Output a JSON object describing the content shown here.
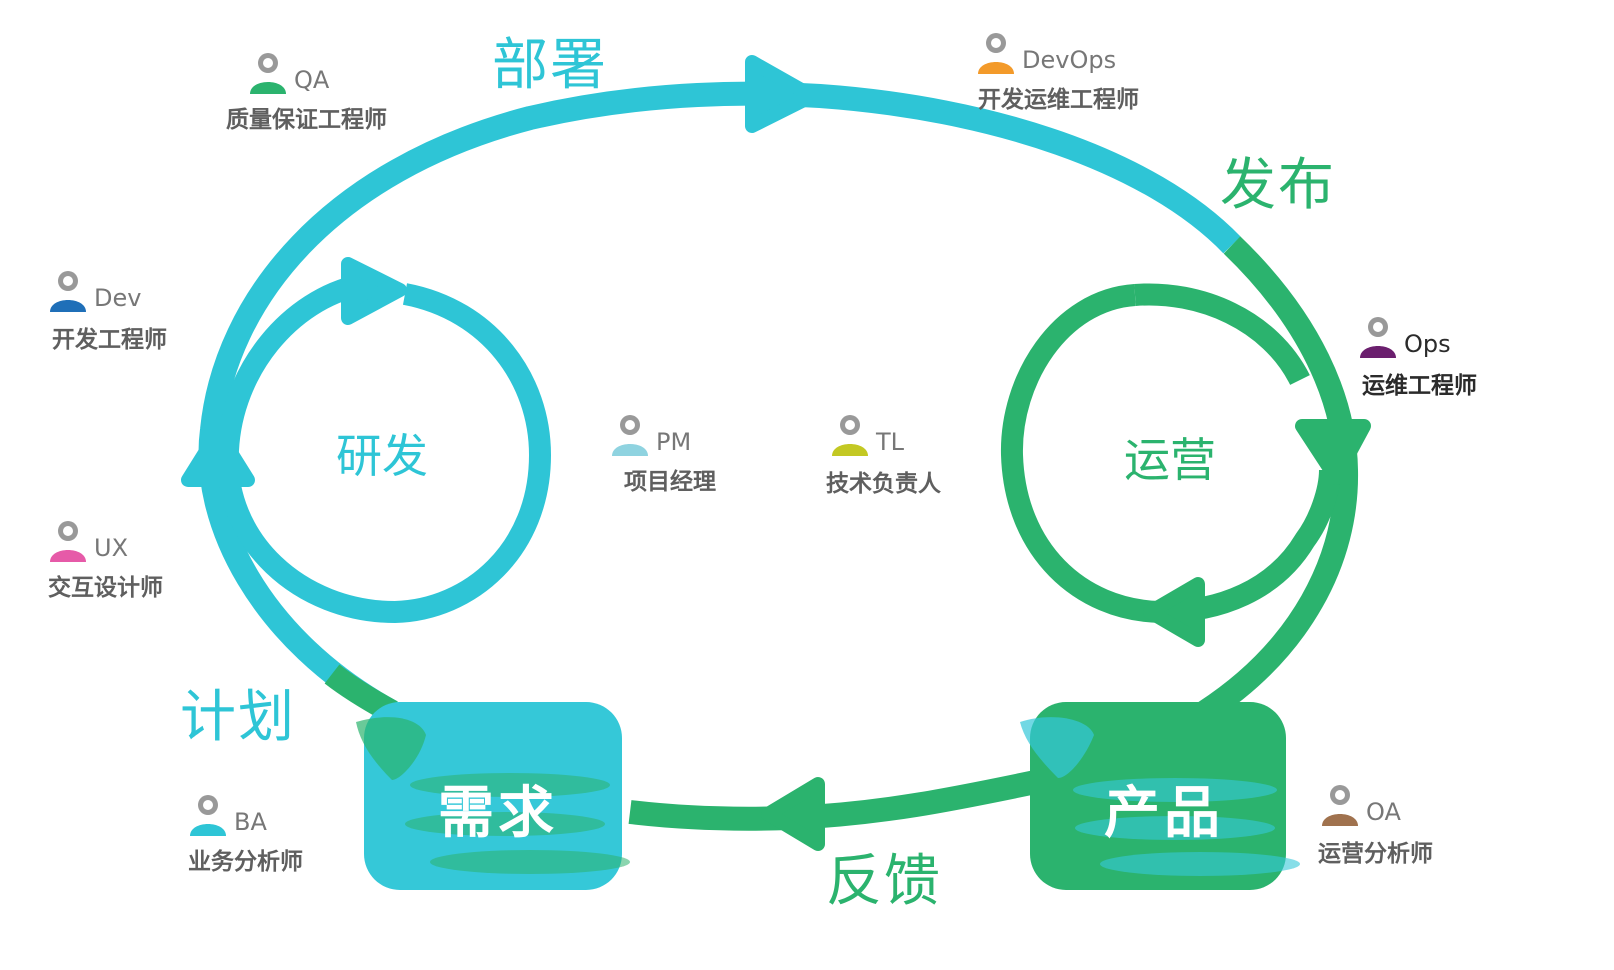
{
  "stages": {
    "deploy": "部署",
    "release": "发布",
    "plan": "计划",
    "feedback": "反馈"
  },
  "cycles": {
    "dev": "研发",
    "ops": "运营"
  },
  "boxes": {
    "requirement": "需求",
    "product": "产品"
  },
  "colors": {
    "cyan": "#2ec5d6",
    "green": "#2bb36e"
  },
  "roles": {
    "qa": {
      "abbr": "QA",
      "title": "质量保证工程师",
      "color": "#2bb36e",
      "icon": "person-icon"
    },
    "devops": {
      "abbr": "DevOps",
      "title": "开发运维工程师",
      "color": "#f39a2a",
      "icon": "person-icon"
    },
    "dev": {
      "abbr": "Dev",
      "title": "开发工程师",
      "color": "#1f6fb8",
      "icon": "person-icon"
    },
    "ops": {
      "abbr": "Ops",
      "title": "运维工程师",
      "color": "#6b1f6e",
      "icon": "person-icon"
    },
    "pm": {
      "abbr": "PM",
      "title": "项目经理",
      "color": "#8fd3e0",
      "icon": "person-icon"
    },
    "tl": {
      "abbr": "TL",
      "title": "技术负责人",
      "color": "#c3c823",
      "icon": "person-icon"
    },
    "ux": {
      "abbr": "UX",
      "title": "交互设计师",
      "color": "#e65aa8",
      "icon": "person-icon"
    },
    "ba": {
      "abbr": "BA",
      "title": "业务分析师",
      "color": "#2ec5d6",
      "icon": "person-icon"
    },
    "oa": {
      "abbr": "OA",
      "title": "运营分析师",
      "color": "#a0724e",
      "icon": "person-icon"
    }
  }
}
